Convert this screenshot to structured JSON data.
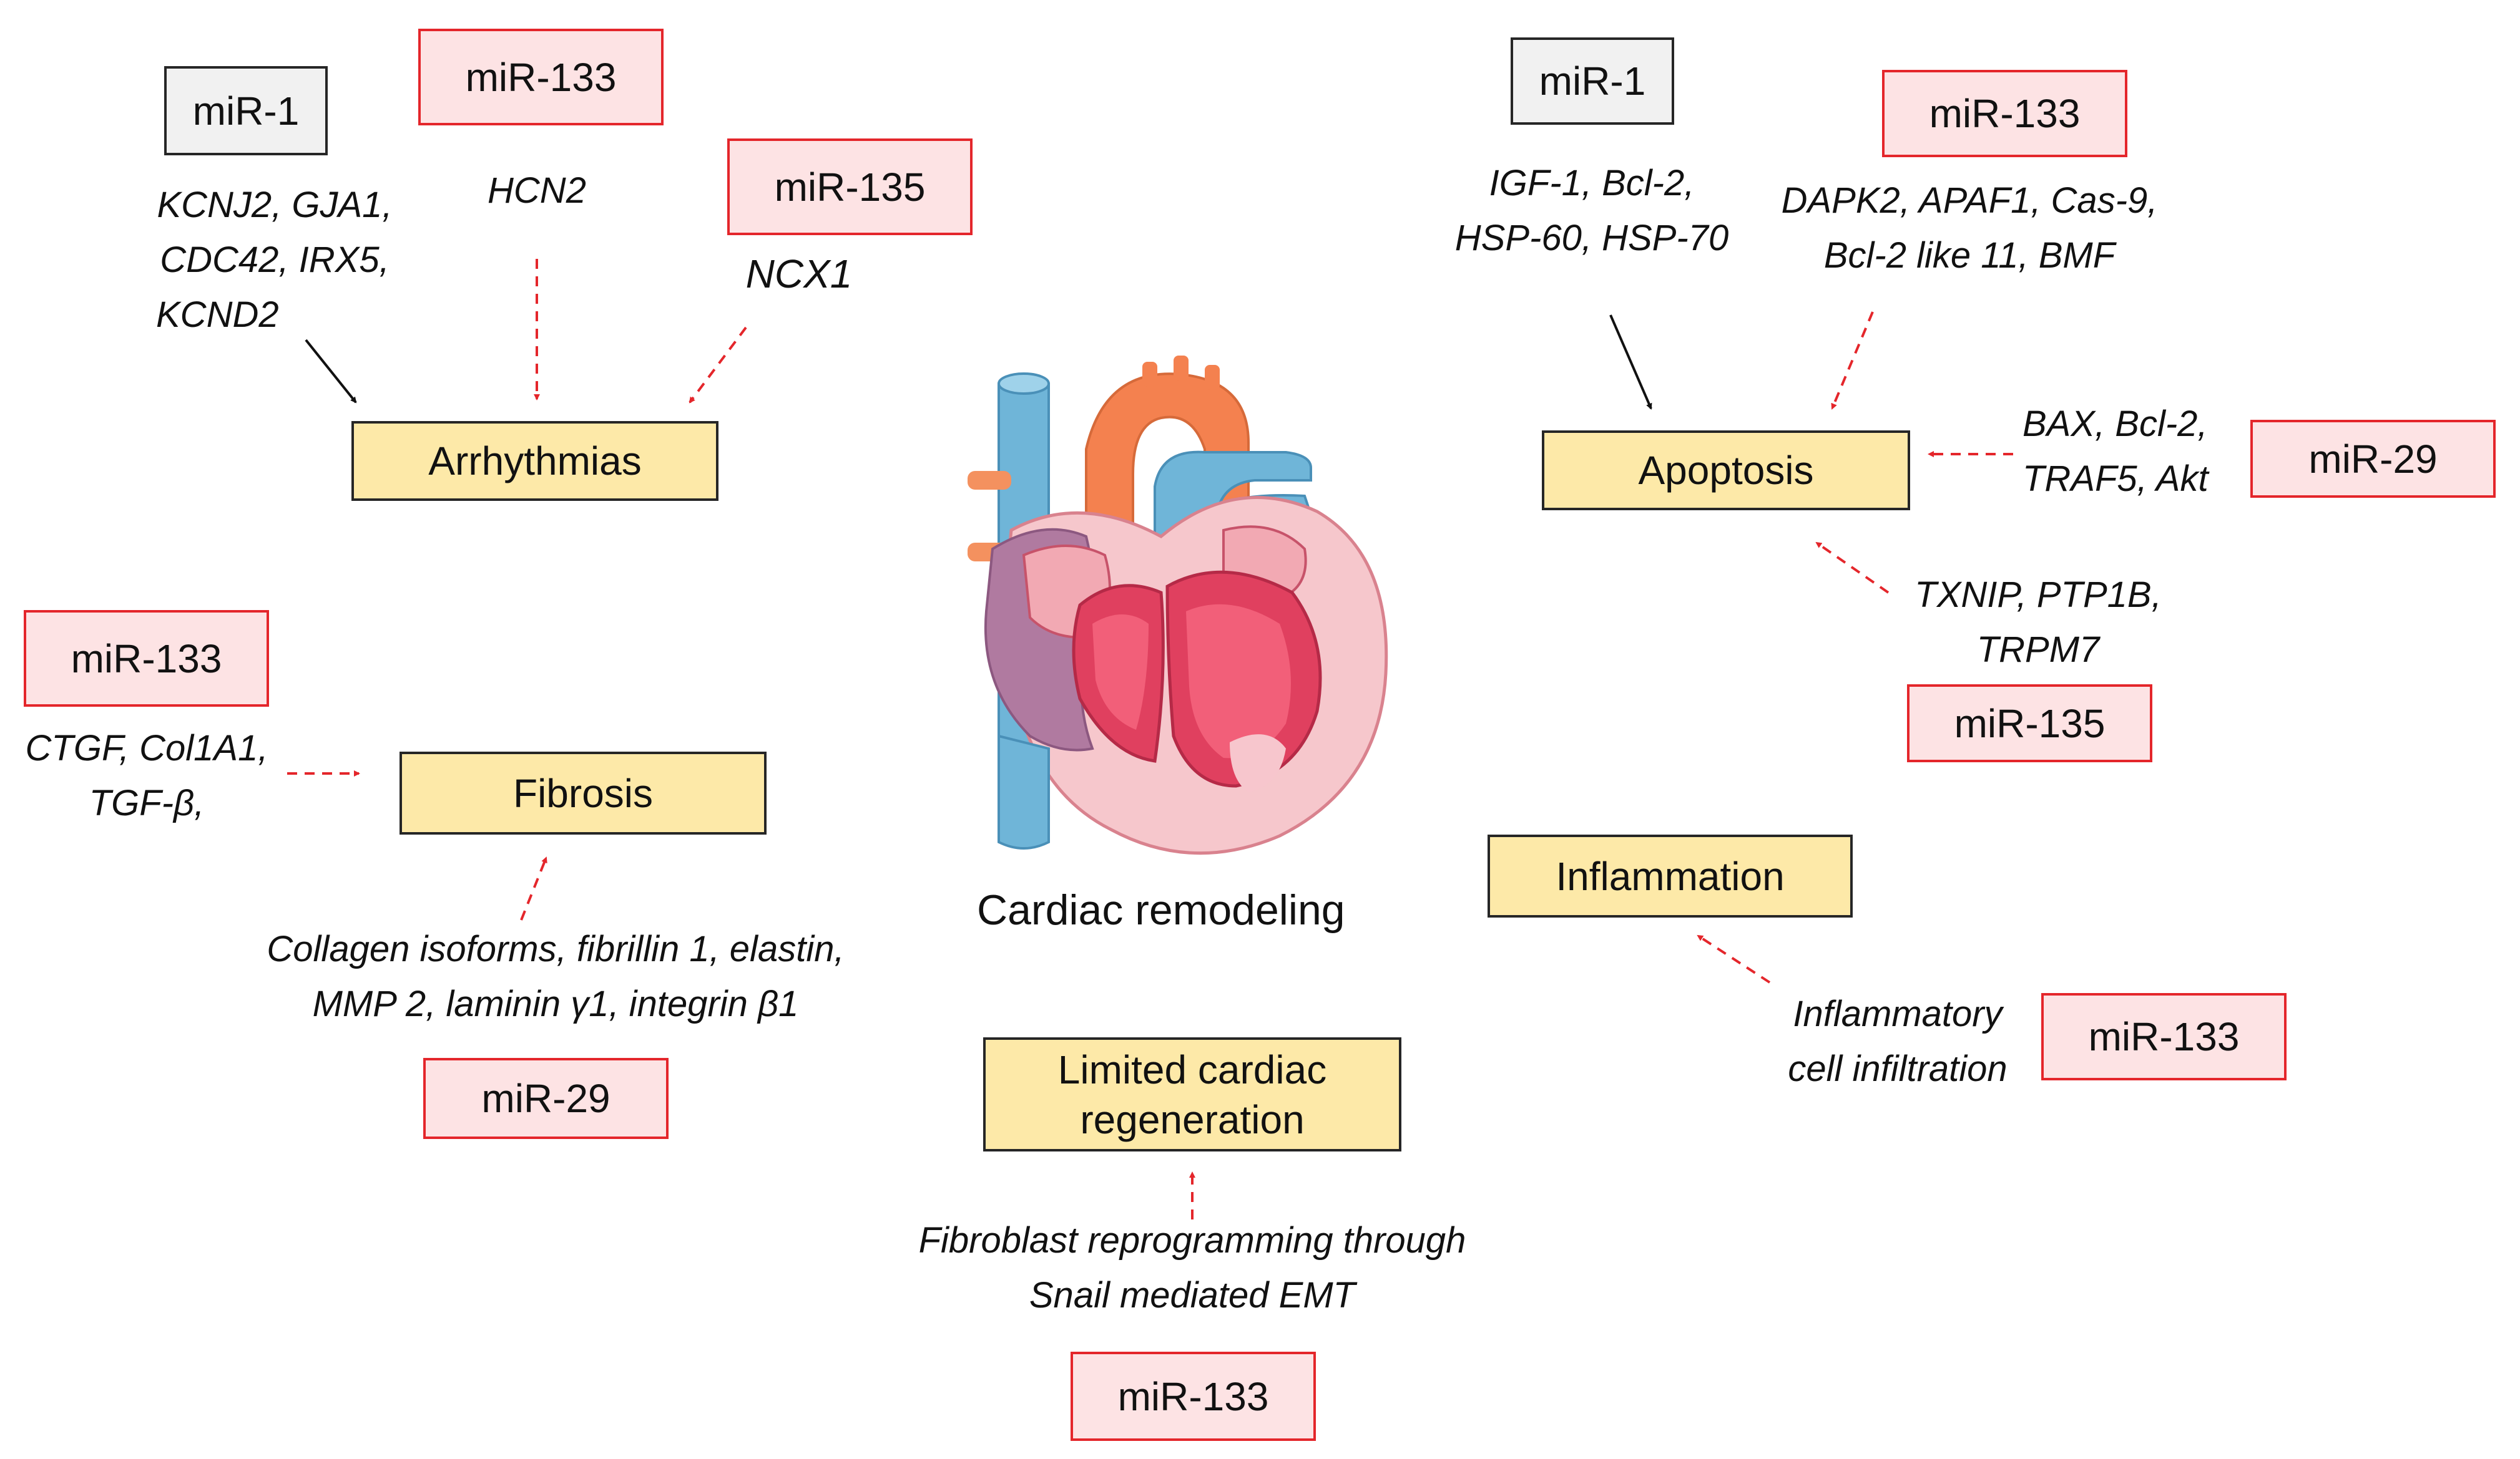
{
  "caption": "Cardiac remodeling",
  "outcomes": {
    "arrhythmias": "Arrhythmias",
    "apoptosis": "Apoptosis",
    "fibrosis": "Fibrosis",
    "inflammation": "Inflammation",
    "regeneration": [
      "Limited cardiac",
      "regeneration"
    ]
  },
  "mirnas": {
    "arr_mir1": "miR-1",
    "arr_mir133": "miR-133",
    "arr_mir135": "miR-135",
    "apo_mir1": "miR-1",
    "apo_mir133": "miR-133",
    "apo_mir29": "miR-29",
    "apo_mir135": "miR-135",
    "fib_mir133": "miR-133",
    "fib_mir29": "miR-29",
    "inf_mir133": "miR-133",
    "reg_mir133": "miR-133"
  },
  "targets": {
    "arr_mir1": [
      "KCNJ2, GJA1,",
      "CDC42, IRX5,",
      "KCND2"
    ],
    "arr_mir133": [
      "HCN2"
    ],
    "arr_mir135": [
      "NCX1"
    ],
    "apo_mir1": [
      "IGF-1, Bcl-2,",
      "HSP-60, HSP-70"
    ],
    "apo_mir133": [
      "DAPK2, APAF1, Cas-9,",
      "Bcl-2 like 11, BMF"
    ],
    "apo_mir29": [
      "BAX, Bcl-2,",
      "TRAF5, Akt"
    ],
    "apo_mir135": [
      "TXNIP, PTP1B,",
      "TRPM7"
    ],
    "fib_mir133": [
      "CTGF, Col1A1,",
      "TGF-β,"
    ],
    "fib_mir29": [
      "Collagen isoforms, fibrillin 1, elastin,",
      "MMP 2, laminin γ1, integrin β1"
    ],
    "inf_mir133": [
      "Inflammatory",
      "cell infiltration"
    ],
    "reg_mir133": [
      "Fibroblast reprogramming through",
      "Snail mediated EMT"
    ]
  },
  "colors": {
    "red_border": "#e4262b",
    "red_fill": "#fde3e4",
    "gray_fill": "#f1f1f1",
    "outcome_fill": "#fde9a8",
    "dark": "#262626"
  },
  "icons": [
    "heart-illustration-icon"
  ]
}
